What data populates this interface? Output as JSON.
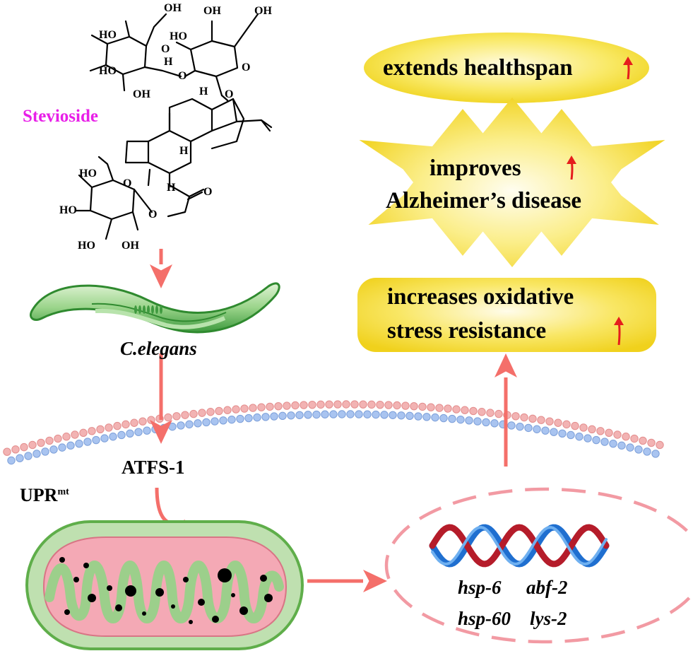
{
  "compound": {
    "name": "Stevioside",
    "name_color": "#e81fe8",
    "atoms": {
      "oh": "OH",
      "ho": "HO",
      "o": "O",
      "h": "H"
    }
  },
  "organism": {
    "label": "C.elegans"
  },
  "pathway": {
    "factor": "ATFS-1",
    "response_base": "UPR",
    "response_sup": "mt"
  },
  "genes": {
    "g1": "hsp-6",
    "g2": "abf-2",
    "g3": "hsp-60",
    "g4": "lys-2"
  },
  "effects": {
    "top": "extends healthspan",
    "middle_line1": "improves",
    "middle_line2": "Alzheimer’s disease",
    "bottom_line1": "increases oxidative",
    "bottom_line2": "stress resistance"
  },
  "colors": {
    "arrow": "#f46f6a",
    "up_arrow": "#e51d1d",
    "membrane_outer": "#f2b3b3",
    "membrane_inner": "#a9c4f0",
    "worm": "#45ad45",
    "mito_outer": "#bfe0b0",
    "mito_inner": "#f4a9b5",
    "dna_blue": "#1f6fd0",
    "dna_red": "#b51c2a",
    "nucleus_dash": "#f29aa3",
    "box_fill": "#f7e44a"
  },
  "icons": [
    "up-arrow-icon",
    "pathway-arrow-icon",
    "membrane",
    "worm",
    "mitochondrion",
    "dna-helix",
    "starburst"
  ]
}
